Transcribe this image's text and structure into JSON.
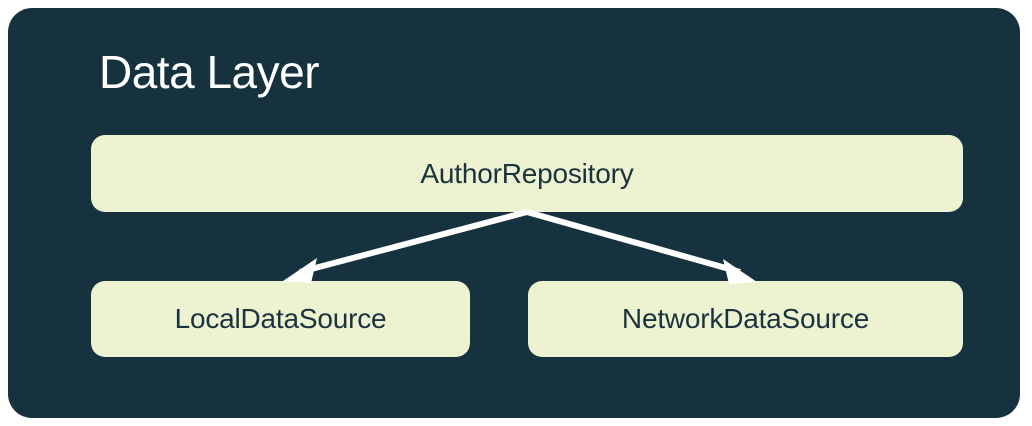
{
  "diagram": {
    "type": "architecture-layer-diagram",
    "title": "Data Layer",
    "container_color": "#17323f",
    "node_color": "#edf2d0",
    "node_text_color": "#1b333f",
    "title_text_color": "#ffffff",
    "arrow_color": "#ffffff",
    "nodes": [
      {
        "id": "author-repository",
        "label": "AuthorRepository",
        "role": "repository"
      },
      {
        "id": "local-data-source",
        "label": "LocalDataSource",
        "role": "data-source"
      },
      {
        "id": "network-data-source",
        "label": "NetworkDataSource",
        "role": "data-source"
      }
    ],
    "edges": [
      {
        "from": "author-repository",
        "to": "local-data-source",
        "style": "solid-arrow"
      },
      {
        "from": "author-repository",
        "to": "network-data-source",
        "style": "solid-arrow"
      }
    ]
  }
}
